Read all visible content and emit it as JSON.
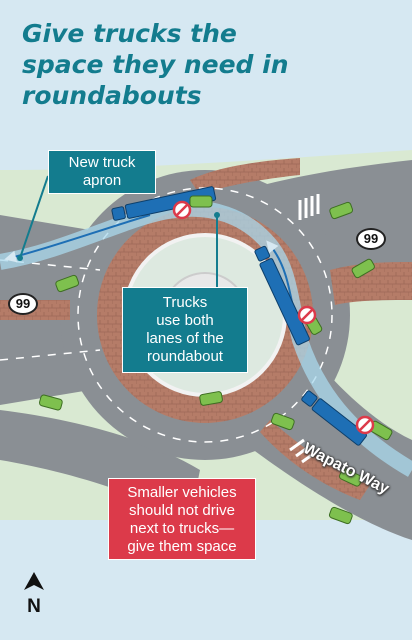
{
  "title": "Give trucks the\nspace they need in\nroundabouts",
  "callouts": {
    "apron": "New truck\napron",
    "lanes": "Trucks\nuse both\nlanes of the\nroundabout",
    "warning": "Smaller vehicles\nshould not drive\nnext to trucks—\ngive them space"
  },
  "route_shields": {
    "east": "99",
    "west": "99"
  },
  "street_label": "Wapato Way",
  "north_label": "N",
  "colors": {
    "background": "#d6e8f2",
    "title": "#137c8e",
    "callout_teal": "#137c8e",
    "callout_red": "#dc3a4a",
    "road": "#8a8f94",
    "apron_brick": "#b57c68",
    "truck": "#1e6fb5",
    "car": "#7ec04e",
    "no_entry": "#dc3a4a"
  }
}
